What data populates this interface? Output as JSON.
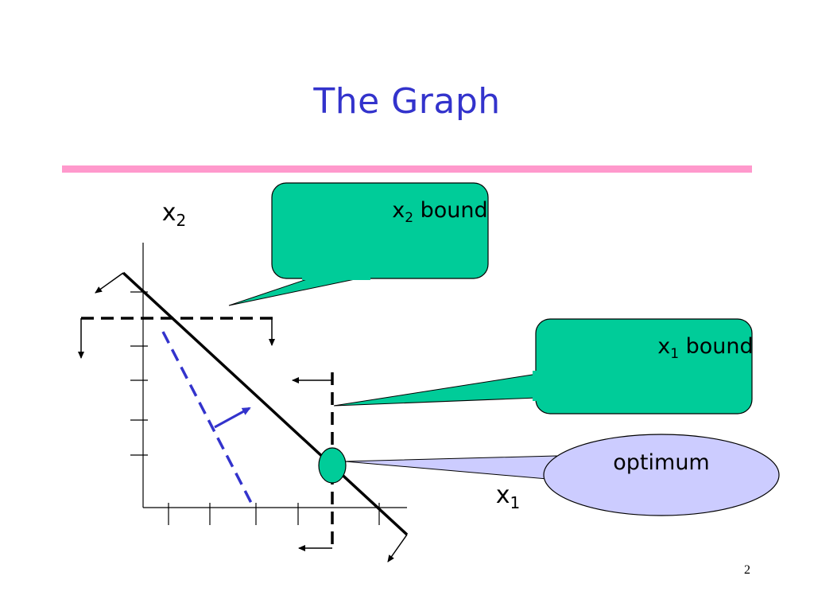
{
  "slide": {
    "title": "The Graph",
    "page_number": "2"
  },
  "graph": {
    "y_axis_label": {
      "base": "x",
      "subscript": "2"
    },
    "x_axis_label": {
      "base": "x",
      "subscript": "1"
    }
  },
  "callouts": [
    {
      "id": "x2-bound",
      "base": "x",
      "subscript": "2",
      "text": " bound",
      "color": "#00cc99"
    },
    {
      "id": "x1-bound",
      "base": "x",
      "subscript": "1",
      "text": " bound",
      "color": "#00cc99"
    },
    {
      "id": "optimum",
      "text": "optimum",
      "color": "#ccccff"
    }
  ],
  "colors": {
    "title": "#3333cc",
    "rule": "#ff99cc",
    "objective_line": "#3333cc",
    "optimum_point": "#00cc99"
  }
}
